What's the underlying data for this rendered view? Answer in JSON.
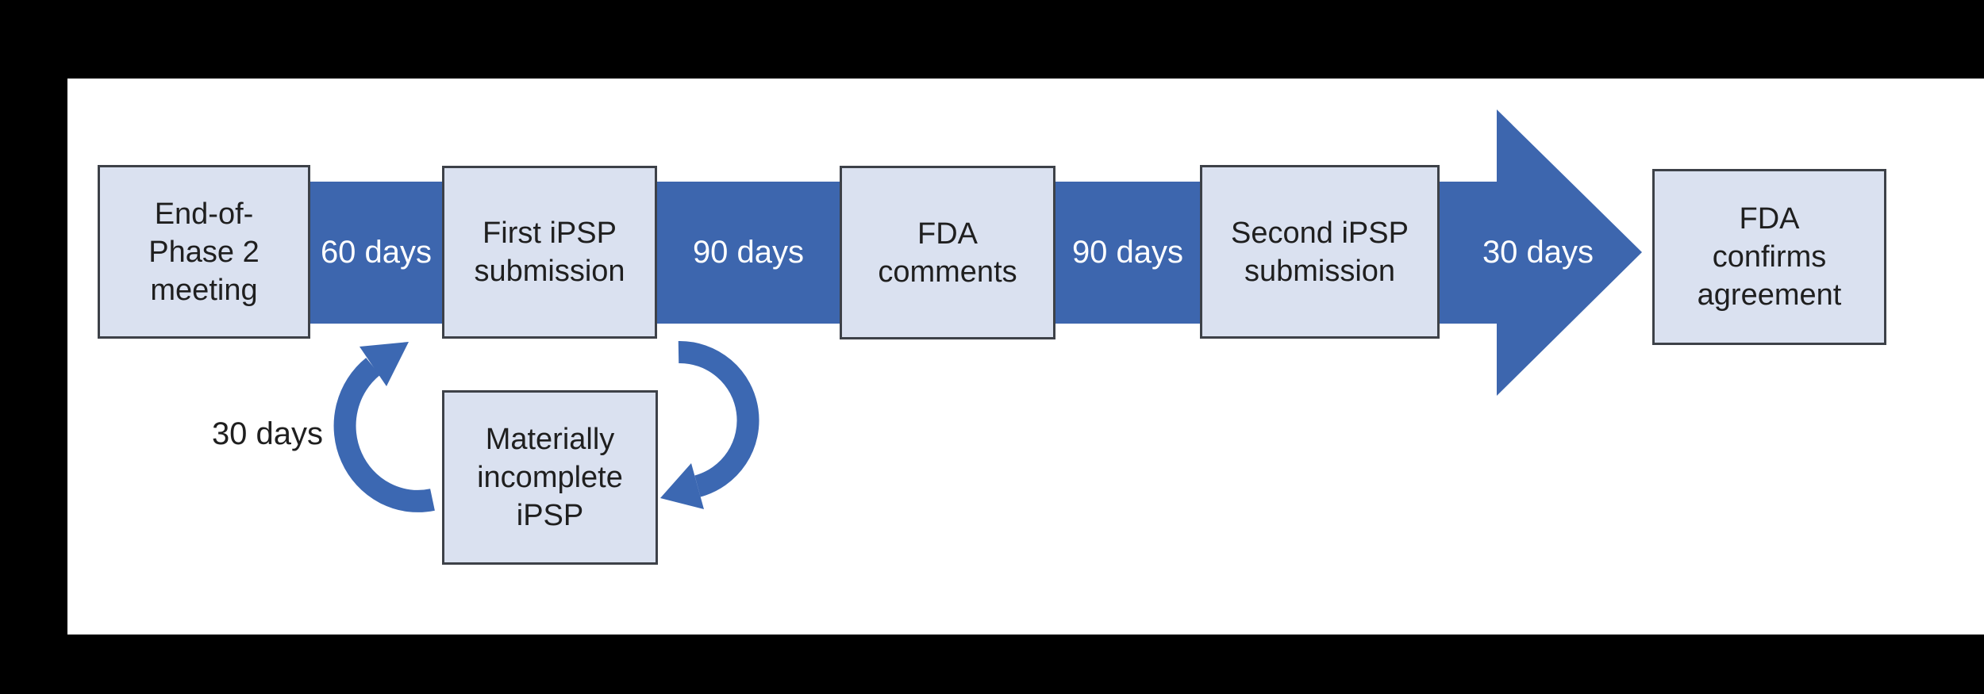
{
  "colors": {
    "background": "#000000",
    "panel": "#ffffff",
    "arrow_blue": "#3d66ae",
    "loop_blue": "#3c68b2",
    "box_fill": "#dae1f0",
    "box_border": "#3d4148",
    "box_text": "#1f1f1f",
    "interval_text": "#ffffff"
  },
  "diagram": {
    "boxes": [
      {
        "id": "end-of-phase-2-meeting",
        "lines": [
          "End-of-",
          "Phase 2",
          "meeting"
        ]
      },
      {
        "id": "first-ipsp-submission",
        "lines": [
          "First iPSP",
          "submission"
        ]
      },
      {
        "id": "fda-comments",
        "lines": [
          "FDA",
          "comments"
        ]
      },
      {
        "id": "second-ipsp-submission",
        "lines": [
          "Second iPSP",
          "submission"
        ]
      },
      {
        "id": "fda-confirms-agreement",
        "lines": [
          "FDA",
          "confirms",
          "agreement"
        ]
      }
    ],
    "intervals": [
      {
        "label": "60 days"
      },
      {
        "label": "90 days"
      },
      {
        "label": "90 days"
      },
      {
        "label": "30 days"
      }
    ],
    "loop": {
      "label": "30 days",
      "box": {
        "id": "materially-incomplete-ipsp",
        "lines": [
          "Materially",
          "incomplete",
          "iPSP"
        ]
      }
    }
  }
}
